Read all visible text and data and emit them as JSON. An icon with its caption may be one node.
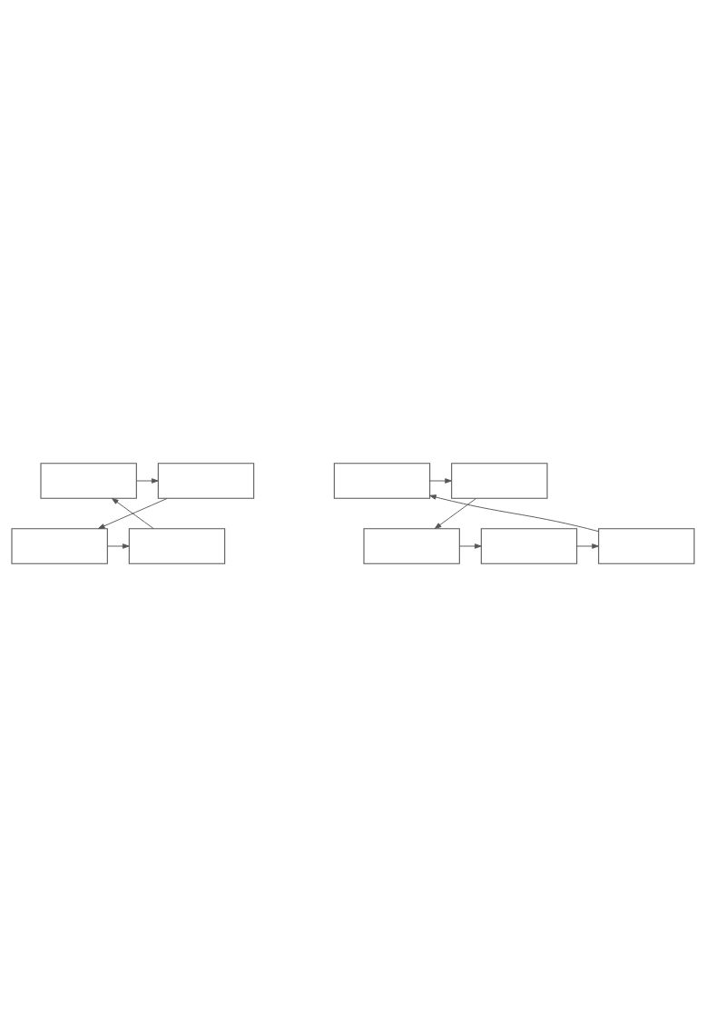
{
  "diagram": {
    "nodes": [
      {
        "text": [],
        "shape": "box"
      },
      {
        "text": [],
        "shape": "box"
      },
      {
        "text": [],
        "shape": "box"
      },
      {
        "text": [],
        "shape": "box"
      },
      {
        "text": [],
        "shape": "box"
      },
      {
        "text": [],
        "shape": "box"
      },
      {
        "text": [],
        "shape": "box"
      },
      {
        "text": [],
        "shape": "box"
      },
      {
        "text": [],
        "shape": "box"
      }
    ],
    "edges": [
      {
        "from": 0,
        "to": 1,
        "arrow": "to"
      },
      {
        "from": 1,
        "to": 3,
        "arrow": "to"
      },
      {
        "from": 3,
        "to": 2,
        "arrow": "to"
      },
      {
        "from": 2,
        "to": 0,
        "arrow": "to"
      },
      {
        "from": 4,
        "to": 5,
        "arrow": "to"
      },
      {
        "from": 5,
        "to": 8,
        "arrow": "to"
      },
      {
        "from": 8,
        "to": 7,
        "arrow": "to"
      },
      {
        "from": 7,
        "to": 6,
        "arrow": "to"
      },
      {
        "from": 6,
        "to": 4,
        "arrow": "to"
      }
    ]
  }
}
